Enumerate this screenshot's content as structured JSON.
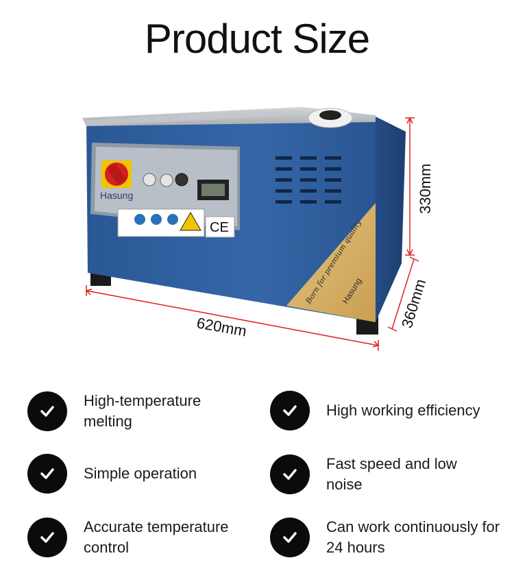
{
  "title": "Product Size",
  "dimensions": {
    "height": "330mm",
    "width": "620mm",
    "depth": "360mm"
  },
  "machine": {
    "brand_panel": "Hasung",
    "ce_mark": "CE",
    "badge_line1": "Born for premium quality",
    "badge_brand": "Hasung"
  },
  "features": [
    {
      "label": "High-temperature melting"
    },
    {
      "label": "High working efficiency"
    },
    {
      "label": "Simple operation"
    },
    {
      "label": "Fast speed and low noise"
    },
    {
      "label": "Accurate temperature control"
    },
    {
      "label": "Can work continuously for 24 hours"
    }
  ],
  "colors": {
    "machine_body": "#2f5f9e",
    "badge_gold": "#d9b56a",
    "check_bg": "#0b0b0b"
  },
  "icons": {
    "check": "check-icon"
  }
}
